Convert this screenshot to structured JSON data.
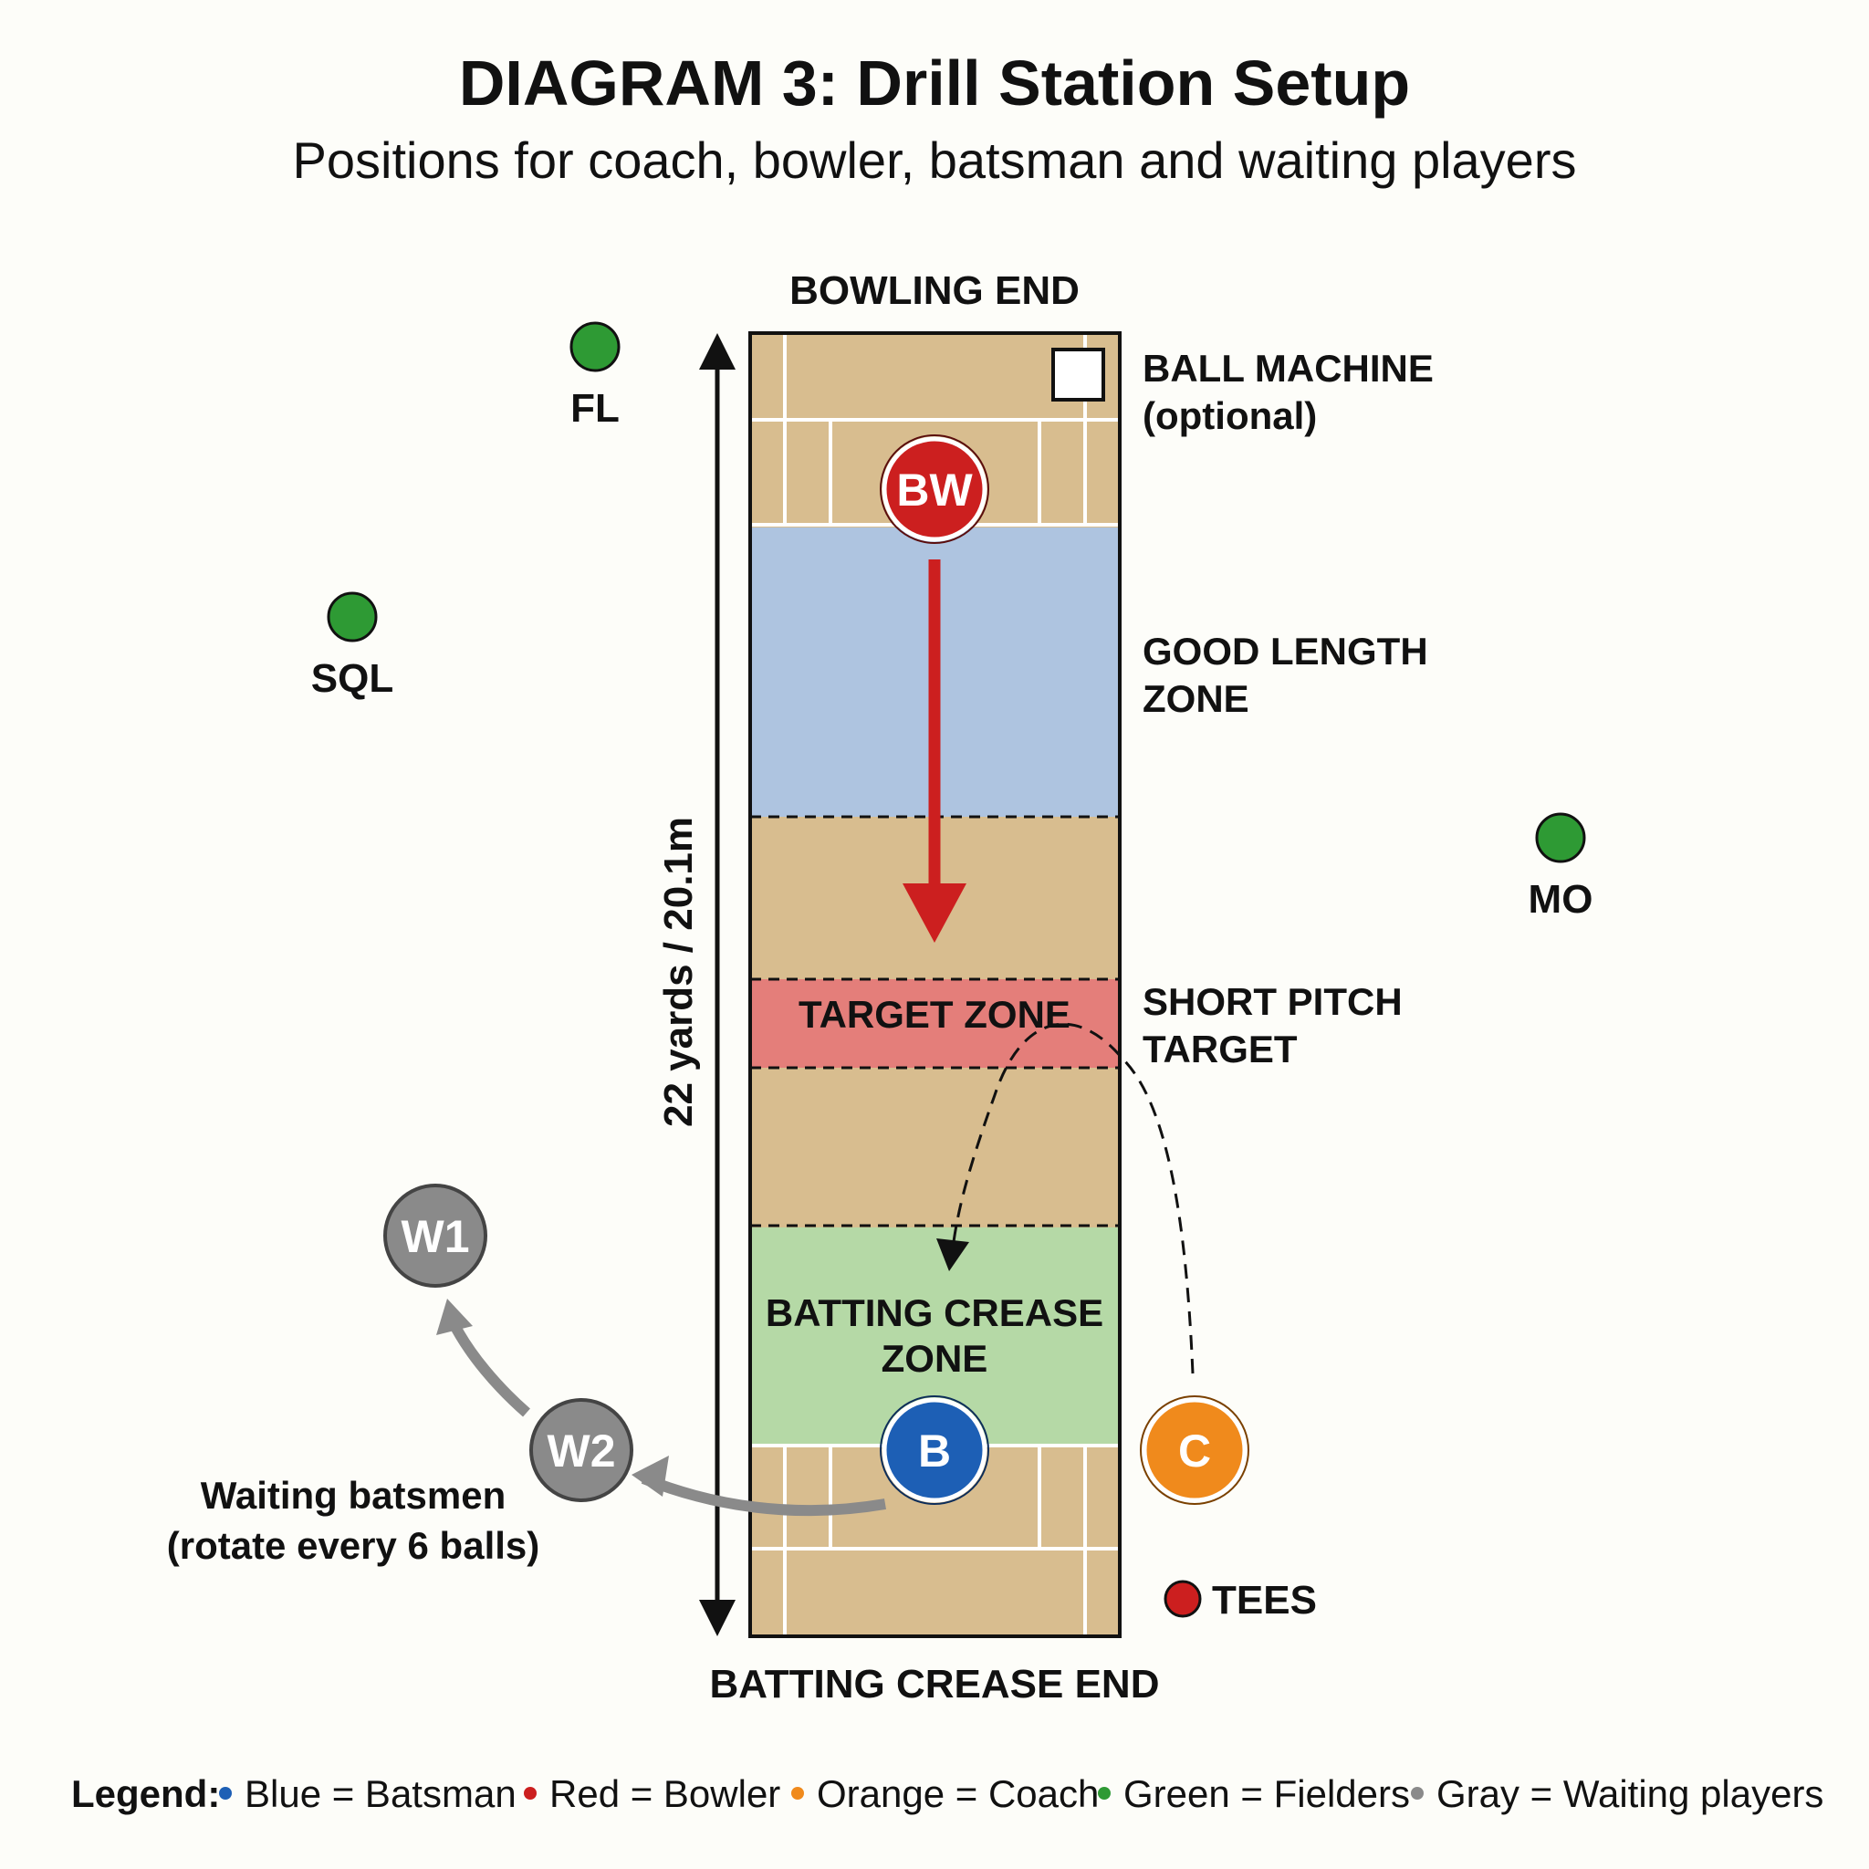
{
  "title": "DIAGRAM 3: Drill Station Setup",
  "subtitle": "Positions for coach, bowler, batsman and waiting players",
  "pitch": {
    "top_label": "BOWLING END",
    "bottom_label": "BATTING CREASE END",
    "length_label": "22 yards / 20.1m",
    "ball_machine_line1": "BALL MACHINE",
    "ball_machine_line2": "(optional)",
    "good_length_line1": "GOOD LENGTH",
    "good_length_line2": "ZONE",
    "target_zone": "TARGET ZONE",
    "short_pitch_line1": "SHORT PITCH",
    "short_pitch_line2": "TARGET",
    "batting_crease_line1": "BATTING CREASE",
    "batting_crease_line2": "ZONE"
  },
  "players": {
    "bowler": "BW",
    "batsman": "B",
    "coach": "C",
    "waiting_1": "W1",
    "waiting_2": "W2"
  },
  "fielders": {
    "fine_leg": "FL",
    "square_leg": "SQL",
    "mid_off": "MO"
  },
  "tees_label": "TEES",
  "waiting_note_line1": "Waiting batsmen",
  "waiting_note_line2": "(rotate every 6 balls)",
  "legend": {
    "title": "Legend:",
    "items": [
      "Blue = Batsman",
      "Red = Bowler",
      "Orange = Coach",
      "Green = Fielders",
      "Gray = Waiting players"
    ]
  },
  "colors": {
    "batsman": "#1d5fb5",
    "bowler": "#cc1f1f",
    "coach": "#f08a1c",
    "fielders": "#2e9a34",
    "waiting": "#8a8a8a",
    "pitch": "#d8bd8f",
    "good_length": "#aec4e0",
    "target_zone": "#e47e7a",
    "batting_crease": "#b5d9a6"
  },
  "icons": {
    "ball_machine": "square-outline-icon",
    "tees": "red-dot-icon",
    "length_arrow": "double-headed-arrow-icon",
    "bowling_path": "red-down-arrow-icon",
    "ball_trajectory": "dashed-curve-arrow-icon",
    "rotation": "gray-curved-arrow-icon"
  }
}
